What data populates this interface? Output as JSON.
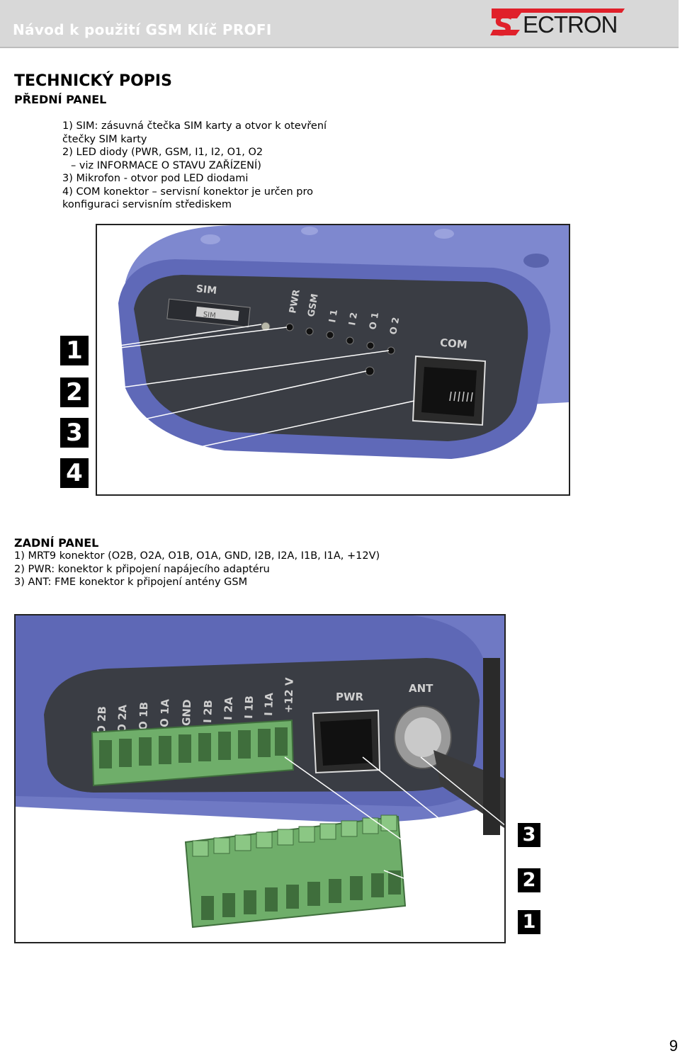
{
  "header": {
    "title": "Návod k použití GSM Klíč PROFI",
    "logo_text": "ECTRON",
    "logo_mark": "S"
  },
  "section": {
    "title": "TECHNICKÝ POPIS",
    "front_heading": "PŘEDNÍ PANEL",
    "back_heading": "ZADNÍ PANEL"
  },
  "front_items": [
    "1) SIM: zásuvná čtečka SIM karty a otvor k otevření",
    "čtečky SIM karty",
    "2) LED diody (PWR, GSM, I1, I2, O1, O2",
    "– viz INFORMACE O STAVU ZAŘÍZENÍ)",
    "3) Mikrofon - otvor pod LED diodami",
    "4) COM konektor – servisní konektor je určen pro",
    "konfiguraci servisním střediskem"
  ],
  "back_items": [
    "1) MRT9 konektor (O2B, O2A, O1B, O1A, GND, I2B, I2A, I1B, I1A, +12V)",
    "2) PWR: konektor k připojení napájecího adaptéru",
    "3) ANT: FME konektor k připojení antény GSM"
  ],
  "front_photo": {
    "callouts": [
      "1",
      "2",
      "3",
      "4"
    ],
    "labels": {
      "sim": "SIM",
      "sim_slot": "SIM",
      "leds": [
        "PWR",
        "GSM",
        "I 1",
        "I 2",
        "O 1",
        "O 2"
      ],
      "com": "COM"
    }
  },
  "back_photo": {
    "callouts": [
      "3",
      "2",
      "1"
    ],
    "labels": {
      "terminals": [
        "O 2B",
        "O 2A",
        "O 1B",
        "O 1A",
        "GND",
        "I 2B",
        "I 2A",
        "I 1B",
        "I 1A",
        "+12 V"
      ],
      "pwr": "PWR",
      "ant": "ANT"
    }
  },
  "page_number": "9",
  "colors": {
    "header_bg": "#d8d8d8",
    "logo_red": "#e0202a",
    "device_blue": "#6f79c4",
    "panel_dark": "#3a3d44",
    "connector_green": "#6fae6a"
  }
}
